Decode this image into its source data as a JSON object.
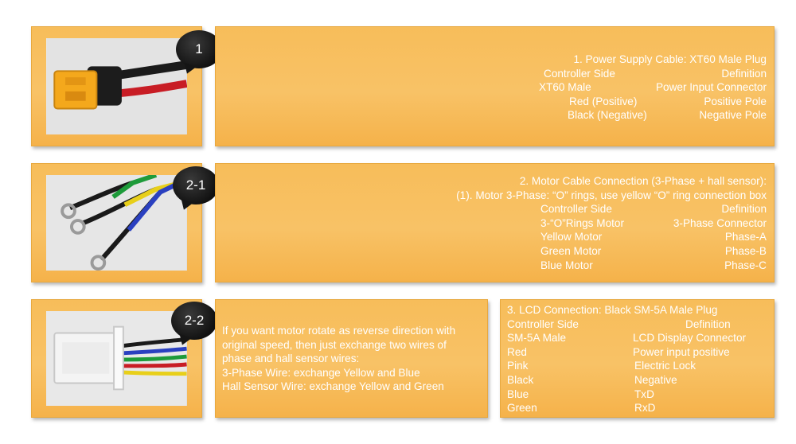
{
  "row1": {
    "badge": "1",
    "title": "1. Power Supply Cable: XT60 Male Plug",
    "rows": [
      [
        "Controller Side",
        "Definition"
      ],
      [
        "XT60 Male",
        "Power Input Connector"
      ],
      [
        "Red (Positive)",
        "Positive Pole"
      ],
      [
        "Black (Negative)",
        "Negative Pole"
      ]
    ]
  },
  "row2": {
    "badge": "2-1",
    "title": "2. Motor Cable Connection (3-Phase + hall sensor):",
    "subtitle": "(1). Motor 3-Phase: “O” rings, use yellow “O” ring connection box",
    "rows": [
      [
        "Controller Side",
        "Definition"
      ],
      [
        "3-“O”Rings Motor",
        "3-Phase Connector"
      ],
      [
        "Yellow Motor",
        "Phase-A"
      ],
      [
        "Green Motor",
        "Phase-B"
      ],
      [
        "Blue Motor",
        "Phase-C"
      ]
    ]
  },
  "row3": {
    "badge": "2-2",
    "note": [
      "If you want motor rotate as reverse direction with",
      "original speed, then just exchange two wires of",
      "phase and hall sensor wires:",
      "3-Phase Wire: exchange Yellow and Blue",
      "Hall Sensor Wire: exchange Yellow and Green"
    ],
    "lcd_title": "3. LCD Connection: Black SM-5A Male Plug",
    "lcd_rows": [
      [
        "Controller Side",
        "Definition"
      ],
      [
        "SM-5A Male",
        "LCD Display Connector"
      ],
      [
        "Red",
        "Power input positive"
      ],
      [
        "Pink",
        "Electric Lock"
      ],
      [
        "Black",
        "Negative"
      ],
      [
        "Blue",
        "TxD"
      ],
      [
        "Green",
        "RxD"
      ]
    ]
  },
  "colors": {
    "panel": "#f8c266",
    "text": "#ffffff",
    "bubble": "#151515"
  }
}
